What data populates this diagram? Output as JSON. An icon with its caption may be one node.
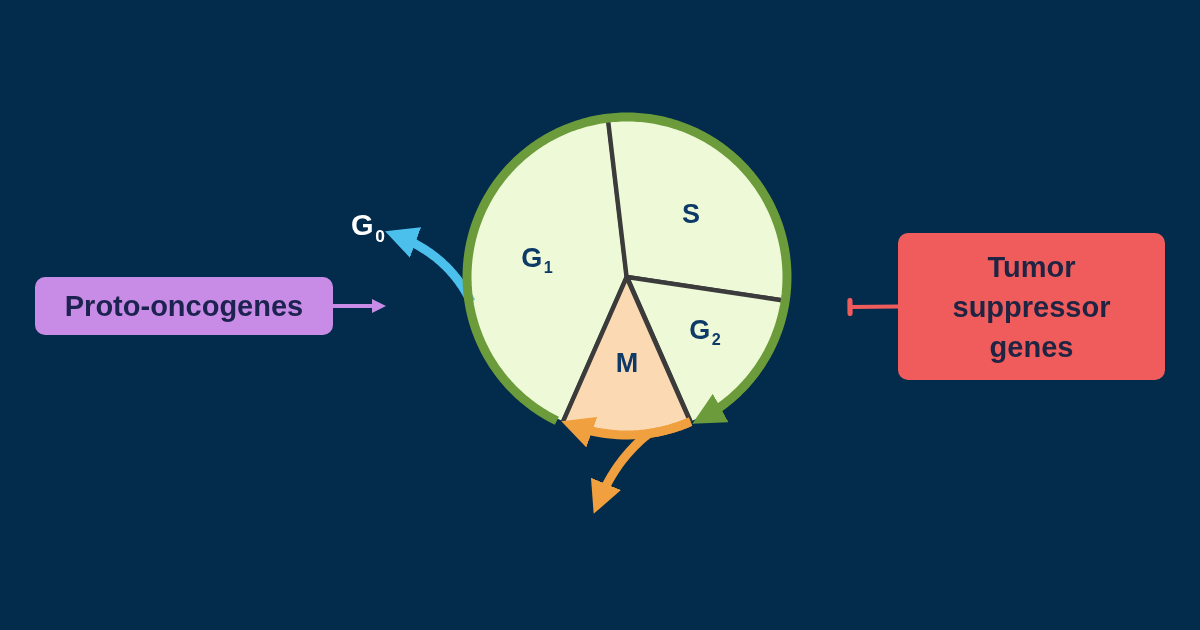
{
  "diagram": {
    "nodes": [
      {
        "text": [
          "G$_{0}$"
        ]
      },
      {
        "text": [
          "Proto-oncogenes"
        ]
      },
      {
        "text": [
          "G$_{1}$"
        ]
      },
      {
        "text": [
          "S"
        ]
      },
      {
        "text": [
          "G$_{2}$"
        ]
      },
      {
        "text": [
          "M"
        ]
      },
      {
        "text": [
          "Tumor suppressor genes"
        ]
      }
    ],
    "edges": [
      {
        "from": 1,
        "to": null,
        "arrow": "to",
        "color": "#c98ce6"
      },
      {
        "from": 6,
        "to": null,
        "arrow": "other",
        "color": "#f05c5c"
      },
      {
        "from": 2,
        "to": 0,
        "arrow": "to",
        "color": "#4cc0ec"
      },
      {
        "from": 2,
        "to": 5,
        "arrow": "to",
        "color": "#6b9b3a"
      },
      {
        "from": 5,
        "to": 2,
        "arrow": "to",
        "color": "#f0a03e"
      },
      {
        "from": 5,
        "to": null,
        "arrow": "to",
        "color": "#f0a03e"
      }
    ]
  }
}
